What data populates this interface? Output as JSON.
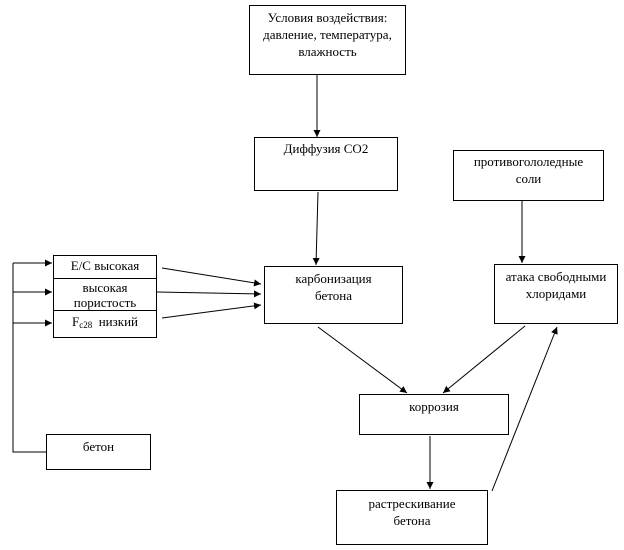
{
  "boxes": {
    "conditions": {
      "lines": [
        "Условия воздействия:",
        "давление, температура,",
        "влажность"
      ]
    },
    "diffusion": {
      "lines": [
        "Диффузия СО2"
      ]
    },
    "deicing": {
      "lines": [
        "противогололедные",
        "соли"
      ]
    },
    "carbonation": {
      "lines": [
        "карбонизация",
        "бетона"
      ]
    },
    "chloride_attack": {
      "lines": [
        "атака свободными",
        "хлоридами"
      ]
    },
    "corrosion": {
      "lines": [
        "коррозия"
      ]
    },
    "cracking": {
      "lines": [
        "растрескивание",
        "бетона"
      ]
    },
    "concrete": {
      "lines": [
        "бетон"
      ]
    }
  },
  "factors": {
    "wc_high": "Е/С высокая",
    "porosity_line1": "высокая",
    "porosity_line2": "пористость",
    "strength_symbol": "F",
    "strength_sub": "c28",
    "strength_text": "низкий"
  }
}
